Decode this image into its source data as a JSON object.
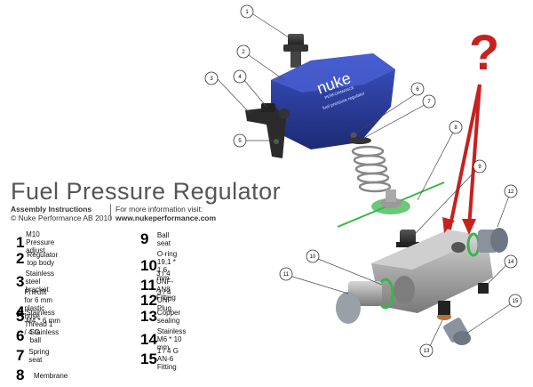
{
  "title": "Fuel Pressure Regulator",
  "subtitle": {
    "line1_left": "Assembly Instructions",
    "line1_right": "For more information visit:",
    "line2_left": "© Nuke Performance AB 2010",
    "line2_right": "www.nukeperformance.com"
  },
  "brand": {
    "logo": "nuke",
    "logo_sub": "PERFORMANCE",
    "product_label": "fuel pressure regulator"
  },
  "question_mark": "?",
  "callout_numbers": [
    "1",
    "2",
    "3",
    "4",
    "5",
    "6",
    "7",
    "8",
    "9",
    "10",
    "11",
    "12",
    "13",
    "14",
    "15"
  ],
  "parts": [
    {
      "num": "1",
      "label": "M10 Pressure adjust"
    },
    {
      "num": "2",
      "label": "Regulator top body"
    },
    {
      "num": "3",
      "label": "Stainless steel bracket"
    },
    {
      "num": "4",
      "label": "Pneufit for 6 mm plastic hose\nThread 1 / 4 G"
    },
    {
      "num": "5",
      "label": "Stainless M4 * 6 mm"
    },
    {
      "num": "6",
      "label": "Stainless ball"
    },
    {
      "num": "7",
      "label": "Spring seat"
    },
    {
      "num": "8",
      "label": "Membrane"
    },
    {
      "num": "9",
      "label": "Ball seat"
    },
    {
      "num": "10",
      "label": "O-ring 19,1 * 1,6 mm"
    },
    {
      "num": "11",
      "label": "3 / 4 UNF-AN8 Fitting"
    },
    {
      "num": "12",
      "label": "3 / 4 UNF Plug"
    },
    {
      "num": "13",
      "label": "Copper sealing"
    },
    {
      "num": "14",
      "label": "Stainless M6 * 10 mm"
    },
    {
      "num": "15",
      "label": "1 / 4 G AN-6 Fitting"
    }
  ],
  "colors": {
    "body_blue": "#2a3f9e",
    "arrow_red": "#c8201e",
    "membrane_green": "#39b54a",
    "aluminium": "#9a9a9a"
  }
}
